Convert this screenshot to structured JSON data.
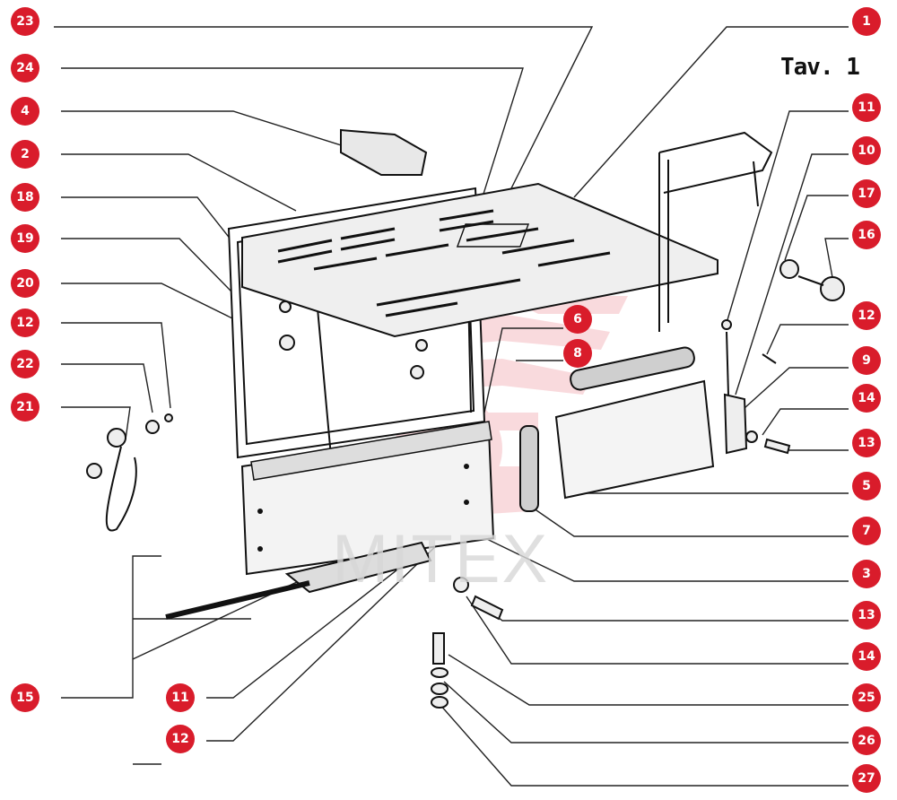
{
  "title": "Tav. 1",
  "watermark_text": "MITEX",
  "accent_color": "#d91c2b",
  "watermark_color": "#e23a46",
  "callouts": {
    "c23": "23",
    "c24": "24",
    "c4": "4",
    "c2": "2",
    "c18": "18",
    "c19": "19",
    "c20": "20",
    "c12a": "12",
    "c22": "22",
    "c21": "21",
    "c15": "15",
    "c11b": "11",
    "c12c": "12",
    "c6": "6",
    "c8": "8",
    "c1": "1",
    "c11a": "11",
    "c10": "10",
    "c17": "17",
    "c16": "16",
    "c12b": "12",
    "c9": "9",
    "c14a": "14",
    "c13a": "13",
    "c5": "5",
    "c7": "7",
    "c3": "3",
    "c13b": "13",
    "c14b": "14",
    "c25": "25",
    "c26": "26",
    "c27": "27"
  }
}
